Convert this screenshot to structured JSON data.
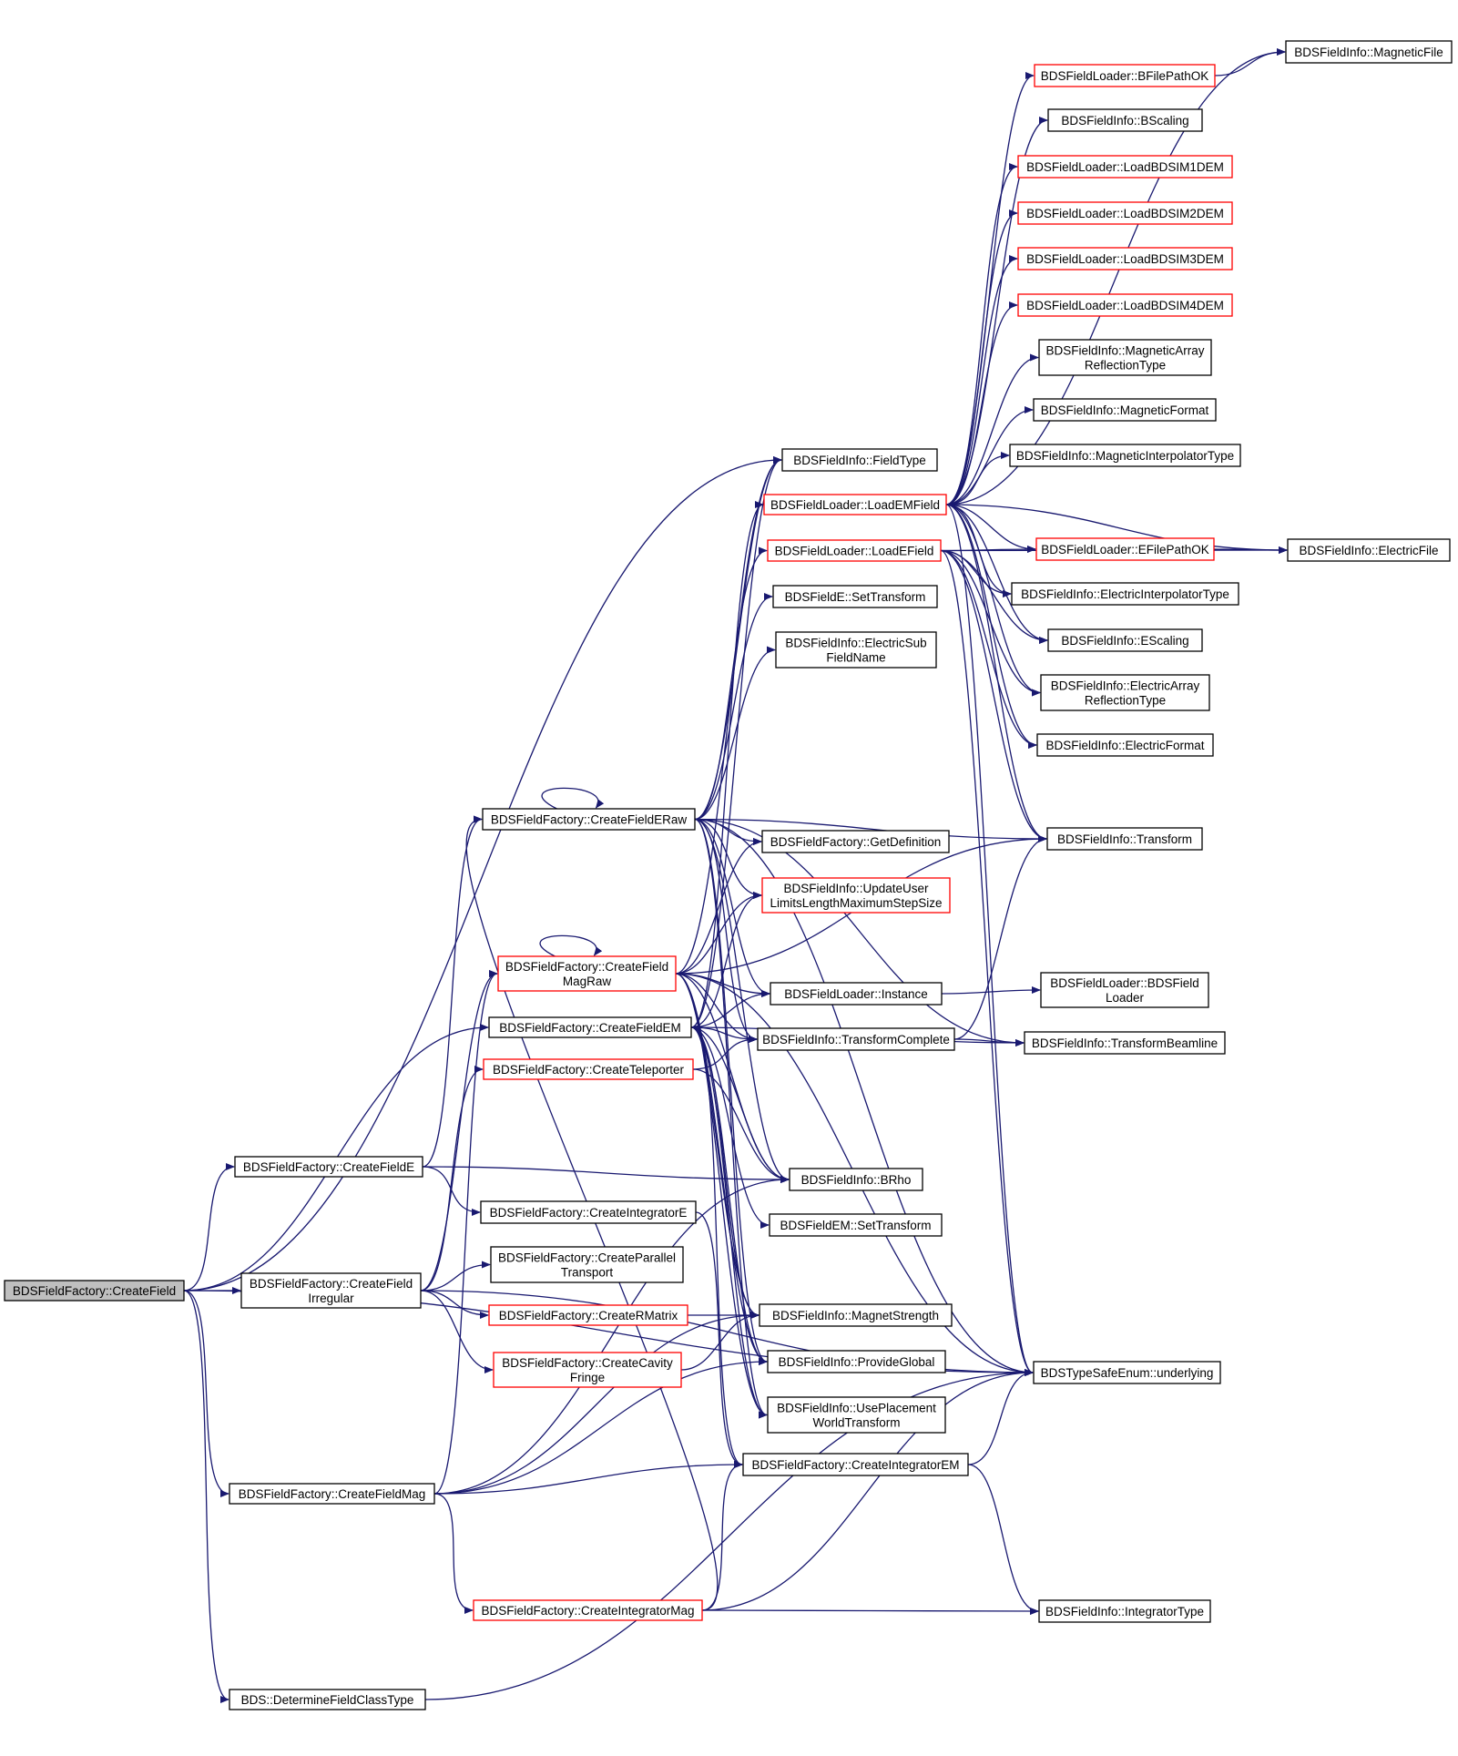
{
  "colors": {
    "edge": "#191970",
    "border_normal": "#000000",
    "border_truncated": "#ff0000",
    "fill_root": "#bfbfbf",
    "fill_node": "#ffffff",
    "text": "#000000"
  },
  "nodes": [
    {
      "id": "root",
      "lines": [
        "BDSFieldFactory::CreateField"
      ],
      "kind": "root"
    },
    {
      "id": "fieldType",
      "lines": [
        "BDSFieldInfo::FieldType"
      ],
      "kind": "normal"
    },
    {
      "id": "createFieldEM",
      "lines": [
        "BDSFieldFactory::CreateFieldEM"
      ],
      "kind": "normal"
    },
    {
      "id": "createFieldE",
      "lines": [
        "BDSFieldFactory::CreateFieldE"
      ],
      "kind": "normal"
    },
    {
      "id": "createFieldIrregular",
      "lines": [
        "BDSFieldFactory::CreateField",
        "Irregular"
      ],
      "kind": "normal"
    },
    {
      "id": "createFieldMag",
      "lines": [
        "BDSFieldFactory::CreateFieldMag"
      ],
      "kind": "normal"
    },
    {
      "id": "underlying",
      "lines": [
        "BDSTypeSafeEnum::underlying"
      ],
      "kind": "normal"
    },
    {
      "id": "determine",
      "lines": [
        "BDS::DetermineFieldClassType"
      ],
      "kind": "normal"
    },
    {
      "id": "createFieldERaw",
      "lines": [
        "BDSFieldFactory::CreateFieldERaw"
      ],
      "kind": "normal"
    },
    {
      "id": "createFieldMagRaw",
      "lines": [
        "BDSFieldFactory::CreateField",
        "MagRaw"
      ],
      "kind": "truncated"
    },
    {
      "id": "createTeleporter",
      "lines": [
        "BDSFieldFactory::CreateTeleporter"
      ],
      "kind": "truncated"
    },
    {
      "id": "createIntegratorE",
      "lines": [
        "BDSFieldFactory::CreateIntegratorE"
      ],
      "kind": "normal"
    },
    {
      "id": "createParallel",
      "lines": [
        "BDSFieldFactory::CreateParallel",
        "Transport"
      ],
      "kind": "normal"
    },
    {
      "id": "createRMatrix",
      "lines": [
        "BDSFieldFactory::CreateRMatrix"
      ],
      "kind": "truncated"
    },
    {
      "id": "createCavityFringe",
      "lines": [
        "BDSFieldFactory::CreateCavity",
        "Fringe"
      ],
      "kind": "truncated"
    },
    {
      "id": "createIntegratorMag",
      "lines": [
        "BDSFieldFactory::CreateIntegratorMag"
      ],
      "kind": "truncated"
    },
    {
      "id": "loadEMField",
      "lines": [
        "BDSFieldLoader::LoadEMField"
      ],
      "kind": "truncated"
    },
    {
      "id": "loadEField",
      "lines": [
        "BDSFieldLoader::LoadEField"
      ],
      "kind": "truncated"
    },
    {
      "id": "eSetTransform",
      "lines": [
        "BDSFieldE::SetTransform"
      ],
      "kind": "normal"
    },
    {
      "id": "electricSubFieldName",
      "lines": [
        "BDSFieldInfo::ElectricSub",
        "FieldName"
      ],
      "kind": "normal"
    },
    {
      "id": "getDefinition",
      "lines": [
        "BDSFieldFactory::GetDefinition"
      ],
      "kind": "normal"
    },
    {
      "id": "updateUserLimits",
      "lines": [
        "BDSFieldInfo::UpdateUser",
        "LimitsLengthMaximumStepSize"
      ],
      "kind": "truncated"
    },
    {
      "id": "loaderInstance",
      "lines": [
        "BDSFieldLoader::Instance"
      ],
      "kind": "normal"
    },
    {
      "id": "transformComplete",
      "lines": [
        "BDSFieldInfo::TransformComplete"
      ],
      "kind": "normal"
    },
    {
      "id": "bRho",
      "lines": [
        "BDSFieldInfo::BRho"
      ],
      "kind": "normal"
    },
    {
      "id": "emSetTransform",
      "lines": [
        "BDSFieldEM::SetTransform"
      ],
      "kind": "normal"
    },
    {
      "id": "magnetStrength",
      "lines": [
        "BDSFieldInfo::MagnetStrength"
      ],
      "kind": "normal"
    },
    {
      "id": "provideGlobal",
      "lines": [
        "BDSFieldInfo::ProvideGlobal"
      ],
      "kind": "normal"
    },
    {
      "id": "usePlacement",
      "lines": [
        "BDSFieldInfo::UsePlacement",
        "WorldTransform"
      ],
      "kind": "normal"
    },
    {
      "id": "createIntegratorEM",
      "lines": [
        "BDSFieldFactory::CreateIntegratorEM"
      ],
      "kind": "normal"
    },
    {
      "id": "magneticFile",
      "lines": [
        "BDSFieldInfo::MagneticFile"
      ],
      "kind": "normal"
    },
    {
      "id": "bFilePathOK",
      "lines": [
        "BDSFieldLoader::BFilePathOK"
      ],
      "kind": "truncated"
    },
    {
      "id": "bScaling",
      "lines": [
        "BDSFieldInfo::BScaling"
      ],
      "kind": "normal"
    },
    {
      "id": "loadBDSIM1DEM",
      "lines": [
        "BDSFieldLoader::LoadBDSIM1DEM"
      ],
      "kind": "truncated"
    },
    {
      "id": "loadBDSIM2DEM",
      "lines": [
        "BDSFieldLoader::LoadBDSIM2DEM"
      ],
      "kind": "truncated"
    },
    {
      "id": "loadBDSIM3DEM",
      "lines": [
        "BDSFieldLoader::LoadBDSIM3DEM"
      ],
      "kind": "truncated"
    },
    {
      "id": "loadBDSIM4DEM",
      "lines": [
        "BDSFieldLoader::LoadBDSIM4DEM"
      ],
      "kind": "truncated"
    },
    {
      "id": "magneticArray",
      "lines": [
        "BDSFieldInfo::MagneticArray",
        "ReflectionType"
      ],
      "kind": "normal"
    },
    {
      "id": "magneticFormat",
      "lines": [
        "BDSFieldInfo::MagneticFormat"
      ],
      "kind": "normal"
    },
    {
      "id": "magneticInterp",
      "lines": [
        "BDSFieldInfo::MagneticInterpolatorType"
      ],
      "kind": "normal"
    },
    {
      "id": "eFilePathOK",
      "lines": [
        "BDSFieldLoader::EFilePathOK"
      ],
      "kind": "truncated"
    },
    {
      "id": "electricFile",
      "lines": [
        "BDSFieldInfo::ElectricFile"
      ],
      "kind": "normal"
    },
    {
      "id": "electricInterp",
      "lines": [
        "BDSFieldInfo::ElectricInterpolatorType"
      ],
      "kind": "normal"
    },
    {
      "id": "eScaling",
      "lines": [
        "BDSFieldInfo::EScaling"
      ],
      "kind": "normal"
    },
    {
      "id": "electricArray",
      "lines": [
        "BDSFieldInfo::ElectricArray",
        "ReflectionType"
      ],
      "kind": "normal"
    },
    {
      "id": "electricFormat",
      "lines": [
        "BDSFieldInfo::ElectricFormat"
      ],
      "kind": "normal"
    },
    {
      "id": "transform",
      "lines": [
        "BDSFieldInfo::Transform"
      ],
      "kind": "normal"
    },
    {
      "id": "bdsFieldLoader",
      "lines": [
        "BDSFieldLoader::BDSField",
        "Loader"
      ],
      "kind": "normal"
    },
    {
      "id": "transformBeamline",
      "lines": [
        "BDSFieldInfo::TransformBeamline"
      ],
      "kind": "normal"
    },
    {
      "id": "integratorType",
      "lines": [
        "BDSFieldInfo::IntegratorType"
      ],
      "kind": "normal"
    }
  ],
  "edges": [
    [
      "root",
      "fieldType"
    ],
    [
      "root",
      "createFieldEM"
    ],
    [
      "root",
      "createFieldE"
    ],
    [
      "root",
      "createFieldIrregular"
    ],
    [
      "root",
      "createFieldMag"
    ],
    [
      "root",
      "underlying"
    ],
    [
      "root",
      "determine"
    ],
    [
      "createFieldE",
      "createFieldERaw"
    ],
    [
      "createFieldE",
      "createIntegratorE"
    ],
    [
      "createFieldE",
      "bRho"
    ],
    [
      "createFieldIrregular",
      "createFieldMagRaw"
    ],
    [
      "createFieldIrregular",
      "createTeleporter"
    ],
    [
      "createFieldIrregular",
      "createParallel"
    ],
    [
      "createFieldIrregular",
      "createRMatrix"
    ],
    [
      "createFieldIrregular",
      "createCavityFringe"
    ],
    [
      "createFieldIrregular",
      "underlying"
    ],
    [
      "createFieldMag",
      "createFieldMagRaw"
    ],
    [
      "createFieldMag",
      "createIntegratorMag"
    ],
    [
      "createFieldMag",
      "magnetStrength"
    ],
    [
      "createFieldMag",
      "bRho"
    ],
    [
      "createFieldMag",
      "provideGlobal"
    ],
    [
      "createFieldMag",
      "createIntegratorEM"
    ],
    [
      "determine",
      "underlying"
    ],
    [
      "createFieldEM",
      "fieldType"
    ],
    [
      "createFieldEM",
      "loadEMField"
    ],
    [
      "createFieldEM",
      "loaderInstance"
    ],
    [
      "createFieldEM",
      "transformComplete"
    ],
    [
      "createFieldEM",
      "emSetTransform"
    ],
    [
      "createFieldEM",
      "bRho"
    ],
    [
      "createFieldEM",
      "provideGlobal"
    ],
    [
      "createFieldEM",
      "usePlacement"
    ],
    [
      "createFieldEM",
      "createIntegratorEM"
    ],
    [
      "createFieldEM",
      "magnetStrength"
    ],
    [
      "createFieldEM",
      "updateUserLimits"
    ],
    [
      "createFieldEM",
      "transformBeamline"
    ],
    [
      "createFieldERaw",
      "createFieldERaw"
    ],
    [
      "createFieldERaw",
      "fieldType"
    ],
    [
      "createFieldERaw",
      "loadEField"
    ],
    [
      "createFieldERaw",
      "eSetTransform"
    ],
    [
      "createFieldERaw",
      "electricSubFieldName"
    ],
    [
      "createFieldERaw",
      "getDefinition"
    ],
    [
      "createFieldERaw",
      "updateUserLimits"
    ],
    [
      "createFieldERaw",
      "loaderInstance"
    ],
    [
      "createFieldERaw",
      "transformComplete"
    ],
    [
      "createFieldERaw",
      "bRho"
    ],
    [
      "createFieldERaw",
      "provideGlobal"
    ],
    [
      "createFieldERaw",
      "usePlacement"
    ],
    [
      "createFieldERaw",
      "transform"
    ],
    [
      "createFieldERaw",
      "underlying"
    ],
    [
      "createFieldERaw",
      "transformBeamline"
    ],
    [
      "createFieldMagRaw",
      "createFieldMagRaw"
    ],
    [
      "createFieldMagRaw",
      "fieldType"
    ],
    [
      "createFieldMagRaw",
      "getDefinition"
    ],
    [
      "createFieldMagRaw",
      "updateUserLimits"
    ],
    [
      "createFieldMagRaw",
      "loaderInstance"
    ],
    [
      "createFieldMagRaw",
      "transformComplete"
    ],
    [
      "createFieldMagRaw",
      "bRho"
    ],
    [
      "createFieldMagRaw",
      "magnetStrength"
    ],
    [
      "createFieldMagRaw",
      "provideGlobal"
    ],
    [
      "createFieldMagRaw",
      "usePlacement"
    ],
    [
      "createFieldMagRaw",
      "transform"
    ],
    [
      "createFieldMagRaw",
      "underlying"
    ],
    [
      "createTeleporter",
      "transformComplete"
    ],
    [
      "createTeleporter",
      "bRho"
    ],
    [
      "createIntegratorE",
      "createIntegratorEM"
    ],
    [
      "createRMatrix",
      "magnetStrength"
    ],
    [
      "createCavityFringe",
      "magnetStrength"
    ],
    [
      "createIntegratorMag",
      "createFieldERaw"
    ],
    [
      "createIntegratorMag",
      "integratorType"
    ],
    [
      "createIntegratorMag",
      "underlying"
    ],
    [
      "createIntegratorMag",
      "createIntegratorEM"
    ],
    [
      "loadEMField",
      "magneticFile"
    ],
    [
      "loadEMField",
      "bFilePathOK"
    ],
    [
      "loadEMField",
      "bScaling"
    ],
    [
      "loadEMField",
      "loadBDSIM1DEM"
    ],
    [
      "loadEMField",
      "loadBDSIM2DEM"
    ],
    [
      "loadEMField",
      "loadBDSIM3DEM"
    ],
    [
      "loadEMField",
      "loadBDSIM4DEM"
    ],
    [
      "loadEMField",
      "magneticArray"
    ],
    [
      "loadEMField",
      "magneticFormat"
    ],
    [
      "loadEMField",
      "magneticInterp"
    ],
    [
      "loadEMField",
      "electricFile"
    ],
    [
      "loadEMField",
      "eFilePathOK"
    ],
    [
      "loadEMField",
      "electricInterp"
    ],
    [
      "loadEMField",
      "eScaling"
    ],
    [
      "loadEMField",
      "electricArray"
    ],
    [
      "loadEMField",
      "electricFormat"
    ],
    [
      "loadEMField",
      "transform"
    ],
    [
      "loadEMField",
      "underlying"
    ],
    [
      "loadEField",
      "eFilePathOK"
    ],
    [
      "loadEField",
      "electricInterp"
    ],
    [
      "loadEField",
      "eScaling"
    ],
    [
      "loadEField",
      "electricArray"
    ],
    [
      "loadEField",
      "electricFormat"
    ],
    [
      "loadEField",
      "electricFile"
    ],
    [
      "loadEField",
      "transform"
    ],
    [
      "loadEField",
      "underlying"
    ],
    [
      "bFilePathOK",
      "magneticFile"
    ],
    [
      "eFilePathOK",
      "electricFile"
    ],
    [
      "loaderInstance",
      "bdsFieldLoader"
    ],
    [
      "transformComplete",
      "transform"
    ],
    [
      "transformComplete",
      "transformBeamline"
    ],
    [
      "createIntegratorEM",
      "integratorType"
    ],
    [
      "createIntegratorEM",
      "underlying"
    ]
  ]
}
